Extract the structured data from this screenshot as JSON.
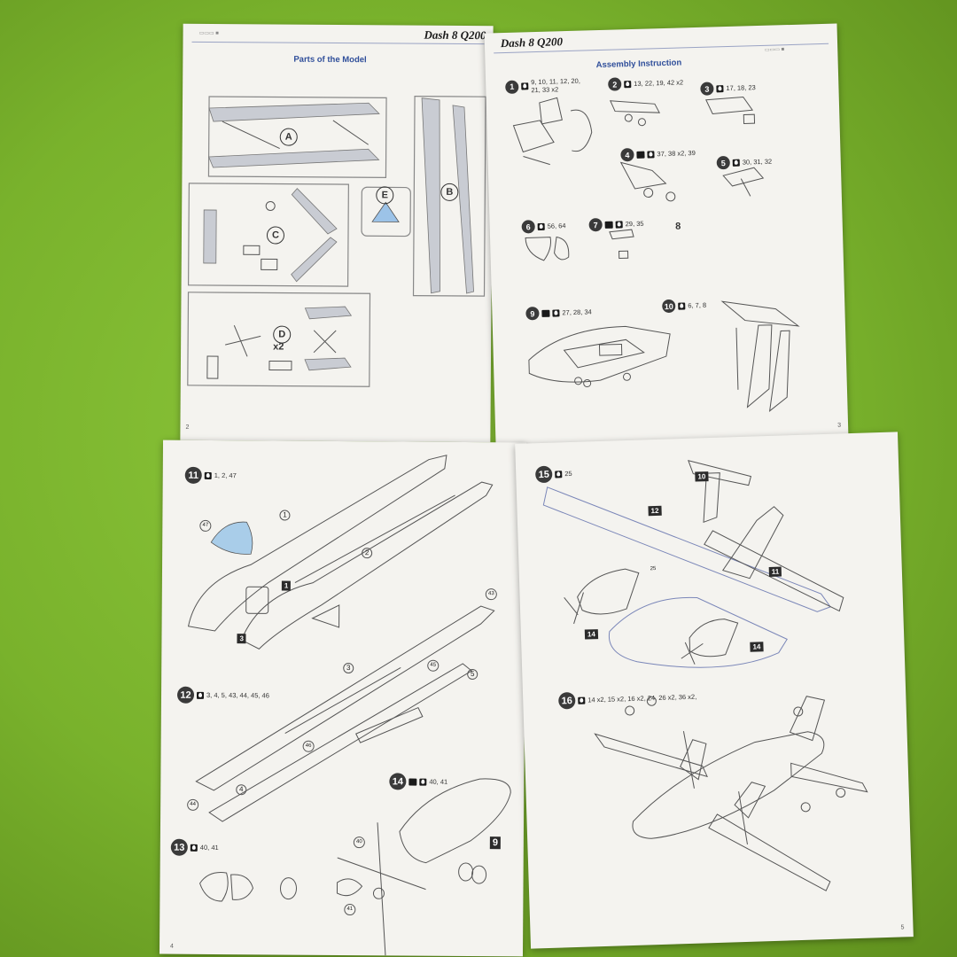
{
  "pages": {
    "p2": {
      "title": "Dash 8 Q200",
      "heading": "Parts of the Model",
      "number": "2",
      "sprues": [
        "A",
        "B",
        "C",
        "D",
        "E"
      ],
      "sprue_d_qty": "x2"
    },
    "p3": {
      "title": "Dash 8 Q200",
      "heading": "Assembly Instruction",
      "number": "3"
    },
    "p4": {
      "number": "4"
    },
    "p5": {
      "number": "5"
    }
  },
  "steps": [
    {
      "n": "1",
      "parts": "9, 10, 11, 12, 20, 21, 33 x2"
    },
    {
      "n": "2",
      "parts": "13, 22, 19, 42 x2"
    },
    {
      "n": "3",
      "parts": "17, 18, 23"
    },
    {
      "n": "4",
      "parts": "37, 38 x2, 39"
    },
    {
      "n": "5",
      "parts": "30, 31, 32"
    },
    {
      "n": "6",
      "parts": "56, 64"
    },
    {
      "n": "7",
      "parts": "29, 35"
    },
    {
      "n": "8",
      "parts": ""
    },
    {
      "n": "9",
      "parts": "27, 28, 34"
    },
    {
      "n": "10",
      "parts": "6, 7, 8"
    },
    {
      "n": "11",
      "parts": "1, 2, 47"
    },
    {
      "n": "12",
      "parts": "3, 4, 5, 43, 44, 45, 46"
    },
    {
      "n": "13",
      "parts": "40, 41"
    },
    {
      "n": "14",
      "parts": "40, 41"
    },
    {
      "n": "15",
      "parts": "25"
    },
    {
      "n": "16",
      "parts": "14 x2, 15 x2, 16 x2, 24, 26 x2, 36 x2,"
    }
  ],
  "callouts": {
    "c1": "1",
    "c2": "2",
    "c3": "3",
    "c4": "4",
    "c5": "5",
    "c47": "47",
    "c43": "43",
    "c45": "45",
    "c46": "46",
    "c44": "44",
    "c40": "40",
    "c41": "41",
    "c25": "25",
    "t1": "1",
    "t3": "3",
    "t9": "9",
    "t10": "10",
    "t11": "11",
    "t12": "12",
    "t14a": "14",
    "t14b": "14"
  }
}
